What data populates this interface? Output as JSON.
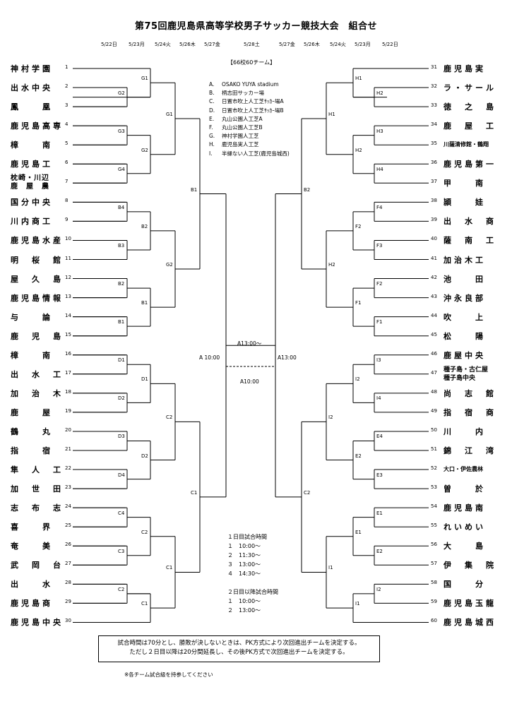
{
  "title": "第75回鹿児島県高等学校男子サッカー競技大会　組合せ",
  "dates_left": [
    "5/22日",
    "5/23月",
    "5/24火",
    "5/26木",
    "5/27金"
  ],
  "date_center": "5/28土",
  "dates_right": [
    "5/27金",
    "5/26木",
    "5/24火",
    "5/23月",
    "5/22日"
  ],
  "venue_header": "【66校60チーム】",
  "venues": [
    {
      "key": "A.",
      "name": "OSAKO YUYA stadium"
    },
    {
      "key": "B.",
      "name": "柄志田サッカー場"
    },
    {
      "key": "C.",
      "name": "日置市吹上人工芝ｻｯｶｰ場A"
    },
    {
      "key": "D.",
      "name": "日置市吹上人工芝ｻｯｶｰ場B"
    },
    {
      "key": "E.",
      "name": "丸山公園人工芝A"
    },
    {
      "key": "F.",
      "name": "丸山公園人工芝B"
    },
    {
      "key": "G.",
      "name": "神村学園人工芝"
    },
    {
      "key": "H.",
      "name": "鹿児島実人工芝"
    },
    {
      "key": "I.",
      "name": "半縁ない人工芝(鹿児島城西)"
    }
  ],
  "left_teams": [
    {
      "num": "1",
      "name": "神村学園"
    },
    {
      "num": "2",
      "name": "出水中央"
    },
    {
      "num": "3",
      "name": "鳳　　凰"
    },
    {
      "num": "4",
      "name": "鹿児島高専"
    },
    {
      "num": "5",
      "name": "樟　　南"
    },
    {
      "num": "6",
      "name": "鹿児島工"
    },
    {
      "num": "7",
      "name": "枕崎・川辺",
      "name2": "鹿　屋　農"
    },
    {
      "num": "8",
      "name": "国分中央"
    },
    {
      "num": "9",
      "name": "川内商工"
    },
    {
      "num": "10",
      "name": "鹿児島水産"
    },
    {
      "num": "11",
      "name": "明　桜　館"
    },
    {
      "num": "12",
      "name": "屋　久　島"
    },
    {
      "num": "13",
      "name": "鹿児島情報"
    },
    {
      "num": "14",
      "name": "与　　論"
    },
    {
      "num": "15",
      "name": "鹿　児　島"
    },
    {
      "num": "16",
      "name": "樟　　南"
    },
    {
      "num": "17",
      "name": "出　水　工"
    },
    {
      "num": "18",
      "name": "加　治　木"
    },
    {
      "num": "19",
      "name": "鹿　　屋"
    },
    {
      "num": "20",
      "name": "鶴　　丸"
    },
    {
      "num": "21",
      "name": "指　　宿"
    },
    {
      "num": "22",
      "name": "隼　人　工"
    },
    {
      "num": "23",
      "name": "加　世　田"
    },
    {
      "num": "24",
      "name": "志　布　志"
    },
    {
      "num": "25",
      "name": "喜　　界"
    },
    {
      "num": "26",
      "name": "奄　　美"
    },
    {
      "num": "27",
      "name": "武　岡　台"
    },
    {
      "num": "28",
      "name": "出　　水"
    },
    {
      "num": "29",
      "name": "鹿児島商"
    },
    {
      "num": "30",
      "name": "鹿児島中央"
    }
  ],
  "right_teams": [
    {
      "num": "31",
      "name": "鹿児島実"
    },
    {
      "num": "32",
      "name": "ラ・サール"
    },
    {
      "num": "33",
      "name": "徳　之　島"
    },
    {
      "num": "34",
      "name": "鹿　屋　工"
    },
    {
      "num": "35",
      "name": "川薩清修館・鶴翔",
      "small": true
    },
    {
      "num": "36",
      "name": "鹿児島第一"
    },
    {
      "num": "37",
      "name": "甲　　南"
    },
    {
      "num": "38",
      "name": "頴　　娃"
    },
    {
      "num": "39",
      "name": "出　水　商"
    },
    {
      "num": "40",
      "name": "薩　南　工"
    },
    {
      "num": "41",
      "name": "加治木工"
    },
    {
      "num": "42",
      "name": "池　　田"
    },
    {
      "num": "43",
      "name": "沖永良部"
    },
    {
      "num": "44",
      "name": "吹　　上"
    },
    {
      "num": "45",
      "name": "松　　陽"
    },
    {
      "num": "46",
      "name": "鹿屋中央"
    },
    {
      "num": "47",
      "name": "種子島・古仁屋",
      "name2": "種子島中央"
    },
    {
      "num": "48",
      "name": "尚　志　館"
    },
    {
      "num": "49",
      "name": "指　宿　商"
    },
    {
      "num": "50",
      "name": "川　　内"
    },
    {
      "num": "51",
      "name": "錦　江　湾"
    },
    {
      "num": "52",
      "name": "大口・伊佐農林",
      "small": true
    },
    {
      "num": "53",
      "name": "曽　　於"
    },
    {
      "num": "54",
      "name": "鹿児島南"
    },
    {
      "num": "55",
      "name": "れいめい"
    },
    {
      "num": "56",
      "name": "大　　島"
    },
    {
      "num": "57",
      "name": "伊　集　院"
    },
    {
      "num": "58",
      "name": "国　　分"
    },
    {
      "num": "59",
      "name": "鹿児島玉龍"
    },
    {
      "num": "60",
      "name": "鹿児島城西"
    }
  ],
  "match_labels": {
    "left_r1": [
      "G1",
      "G2",
      "G3",
      "G4",
      "B4",
      "B3",
      "B2",
      "B1",
      "D1",
      "D2",
      "D3",
      "D4",
      "C4",
      "C3",
      "C2",
      "C1"
    ],
    "left_r2": [
      "G2",
      "B2",
      "D1",
      "D2",
      "C2"
    ],
    "left_r3": [
      "G1",
      "G2",
      "B1",
      "C2",
      "C1"
    ],
    "left_r4": [
      "B1",
      "G2",
      "C2",
      "C1"
    ],
    "right_r1": [
      "H1",
      "H2",
      "H3",
      "H4",
      "F4",
      "F3",
      "F2",
      "F1",
      "I3",
      "I4",
      "E4",
      "E3",
      "E1",
      "E2",
      "I2",
      "I1"
    ],
    "right_r2": [
      "H2",
      "F2",
      "I2",
      "E2",
      "E1"
    ],
    "right_r3": [
      "H1",
      "H2",
      "B2",
      "I2",
      "I1",
      "C2"
    ]
  },
  "final": {
    "semi_left": "A 10:00",
    "semi_right": "A13:00",
    "final_top": "A13:00～",
    "final_bottom": "A10:00"
  },
  "schedule": {
    "day1_title": "１日目試合時間",
    "day1": [
      "１　10:00～",
      "２　11:30～",
      "３　13:00～",
      "４　14:30～"
    ],
    "day2_title": "２日目以降試合時間",
    "day2": [
      "１　10:00～",
      "２　13:00～"
    ]
  },
  "note_line1": "試合時間は70分とし、勝敗が決しないときは、PK方式により次回進出チームを決定する。",
  "note_line2": "ただし２日目以降は20分間延長し、その後PK方式で次回進出チームを決定する。",
  "footnote": "※各チーム試合級を持参してください"
}
